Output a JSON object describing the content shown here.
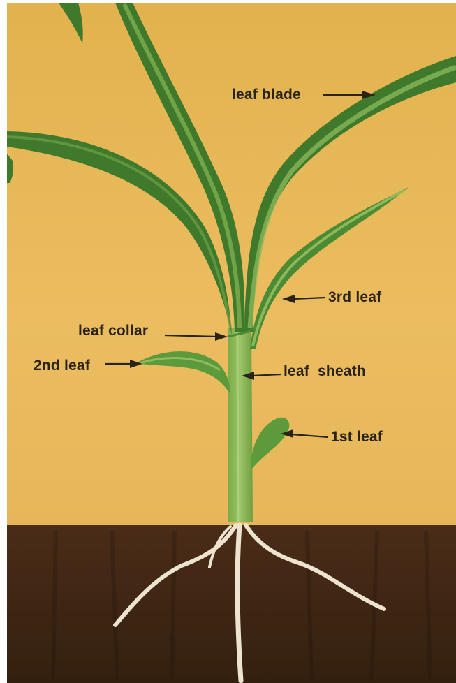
{
  "diagram": {
    "subject": "seedling-anatomy",
    "labels": {
      "leaf_blade": "leaf blade",
      "third_leaf": "3rd leaf",
      "leaf_collar": "leaf collar",
      "second_leaf": "2nd leaf",
      "leaf_sheath": "leaf  sheath",
      "first_leaf": "1st leaf"
    },
    "colors": {
      "background": "#e8b95c",
      "soil": "#3d2414",
      "leaf_dark": "#3f7a2c",
      "leaf_light": "#7fae4e",
      "stem": "#8fba5a",
      "root": "#ece4cf"
    }
  }
}
